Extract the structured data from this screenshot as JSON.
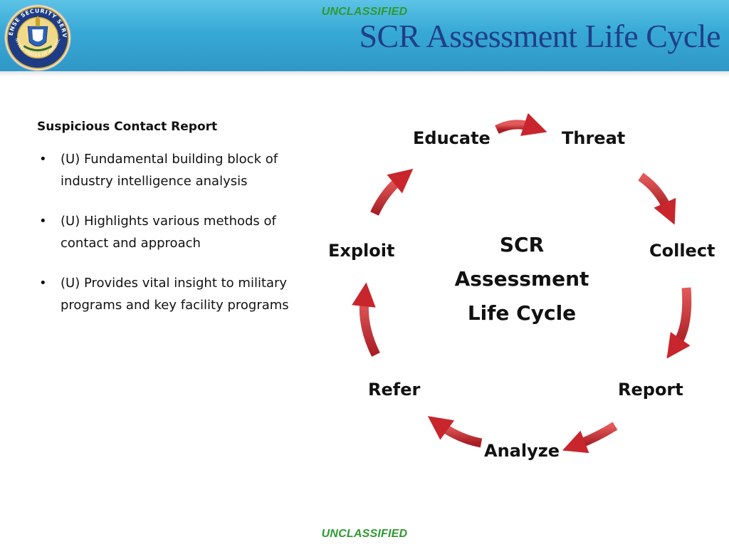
{
  "header": {
    "classification_top": "UNCLASSIFIED",
    "title": "SCR Assessment Life Cycle",
    "seal_text_top": "DEFENSE SECURITY SERVICE",
    "seal_text_bottom": "UNITED STATES OF AMERICA",
    "background_color": "#37a9d6",
    "title_color": "#1f3f86"
  },
  "left_panel": {
    "heading": "Suspicious Contact Report",
    "bullets": [
      "(U) Fundamental building block of industry intelligence analysis",
      "(U) Highlights various methods of contact and approach",
      "(U) Provides vital insight to military programs and key facility programs"
    ]
  },
  "cycle": {
    "center_lines": [
      "SCR",
      "Assessment",
      "Life Cycle"
    ],
    "stages": [
      "Educate",
      "Threat",
      "Collect",
      "Report",
      "Analyze",
      "Refer",
      "Exploit"
    ],
    "arrow_color": "#c8262c"
  },
  "footer": {
    "classification_bottom": "UNCLASSIFIED",
    "classification_color": "#2e9a2e"
  }
}
